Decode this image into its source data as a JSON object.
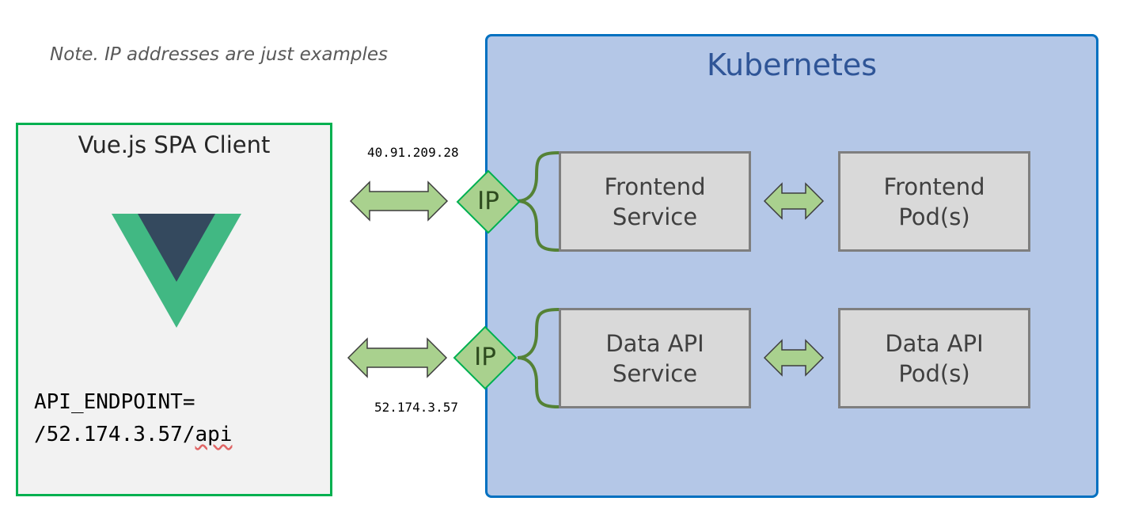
{
  "note": "Note. IP addresses are just examples",
  "client": {
    "title": "Vue.js SPA Client",
    "endpoint_line1": "API_ENDPOINT=",
    "endpoint_line2_prefix": "/52.174.3.57/",
    "endpoint_line2_suffix": "api"
  },
  "kubernetes": {
    "title": "Kubernetes",
    "frontend_service": {
      "line1": "Frontend",
      "line2": "Service"
    },
    "frontend_pods": {
      "line1": "Frontend",
      "line2": "Pod(s)"
    },
    "data_service": {
      "line1": "Data API",
      "line2": "Service"
    },
    "data_pods": {
      "line1": "Data API",
      "line2": "Pod(s)"
    }
  },
  "ips": {
    "frontend": "40.91.209.28",
    "data": "52.174.3.57",
    "label": "IP"
  },
  "colors": {
    "client_border": "#00b050",
    "kube_fill": "#b4c7e7",
    "kube_border": "#0070c0",
    "arrow_fill": "#a9d18e",
    "ip_diamond": "#a9d18e",
    "bracket": "#548235",
    "vue_green": "#41b883",
    "vue_dark": "#34495e"
  }
}
